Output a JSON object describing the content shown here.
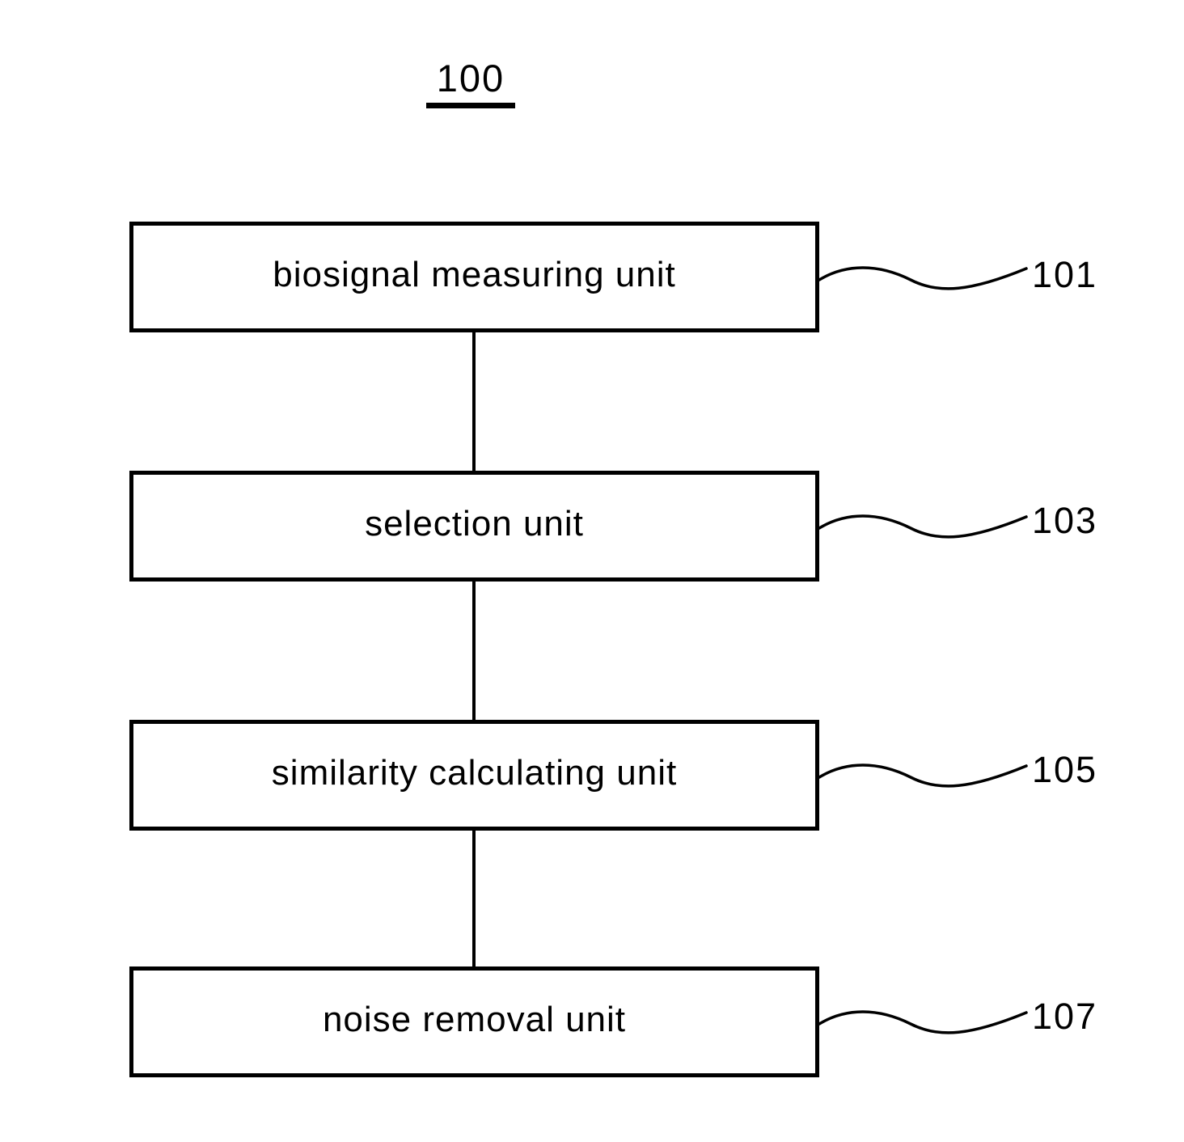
{
  "figure": {
    "title": "100",
    "boxes": [
      {
        "label": "biosignal measuring unit",
        "ref": "101"
      },
      {
        "label": "selection unit",
        "ref": "103"
      },
      {
        "label": "similarity calculating unit",
        "ref": "105"
      },
      {
        "label": "noise removal unit",
        "ref": "107"
      }
    ],
    "colors": {
      "line": "#000000",
      "background": "#ffffff"
    }
  }
}
